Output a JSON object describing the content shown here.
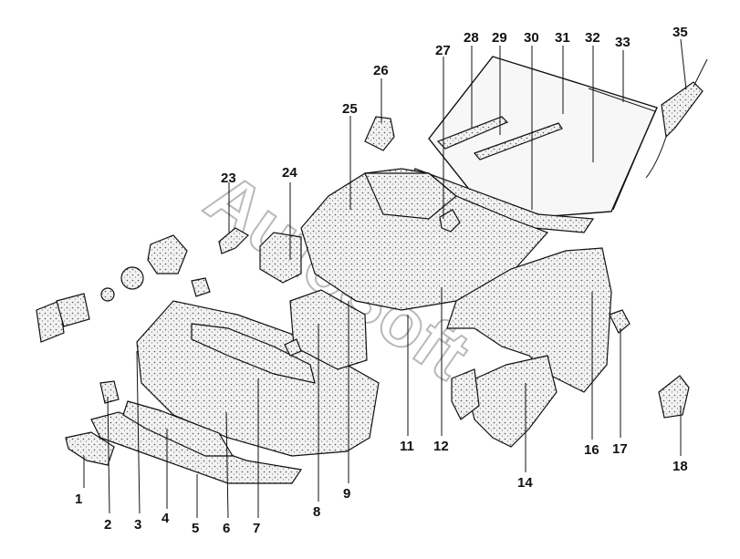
{
  "watermark": "AutoSoft",
  "callouts": [
    {
      "id": "1",
      "label": "1"
    },
    {
      "id": "2",
      "label": "2"
    },
    {
      "id": "3",
      "label": "3"
    },
    {
      "id": "4",
      "label": "4"
    },
    {
      "id": "5",
      "label": "5"
    },
    {
      "id": "6",
      "label": "6"
    },
    {
      "id": "7",
      "label": "7"
    },
    {
      "id": "8",
      "label": "8"
    },
    {
      "id": "9",
      "label": "9"
    },
    {
      "id": "11",
      "label": "11"
    },
    {
      "id": "12",
      "label": "12"
    },
    {
      "id": "14",
      "label": "14"
    },
    {
      "id": "16",
      "label": "16"
    },
    {
      "id": "17",
      "label": "17"
    },
    {
      "id": "18",
      "label": "18"
    },
    {
      "id": "23",
      "label": "23"
    },
    {
      "id": "24",
      "label": "24"
    },
    {
      "id": "25",
      "label": "25"
    },
    {
      "id": "26",
      "label": "26"
    },
    {
      "id": "27",
      "label": "27"
    },
    {
      "id": "28",
      "label": "28"
    },
    {
      "id": "29",
      "label": "29"
    },
    {
      "id": "30",
      "label": "30"
    },
    {
      "id": "31",
      "label": "31"
    },
    {
      "id": "32",
      "label": "32"
    },
    {
      "id": "33",
      "label": "33"
    },
    {
      "id": "35",
      "label": "35"
    }
  ]
}
